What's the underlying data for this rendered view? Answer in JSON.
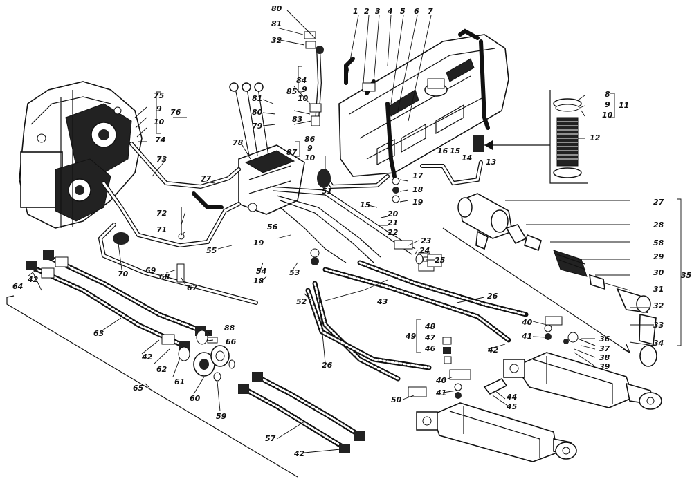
{
  "labels": {
    "l1": "1",
    "l2": "2",
    "l3": "3",
    "l4": "4",
    "l5": "5",
    "l6": "6",
    "l7": "7",
    "l8": "8",
    "l9": "9",
    "l10": "10",
    "l11": "11",
    "l12": "12",
    "l13": "13",
    "l14": "14",
    "l15": "15",
    "l16": "16",
    "l17": "17",
    "l18": "18",
    "l19": "19",
    "l20": "20",
    "l21": "21",
    "l22": "22",
    "l23": "23",
    "l24": "24",
    "l25": "25",
    "l26": "26",
    "l27": "27",
    "l28": "28",
    "l29": "29",
    "l30": "30",
    "l31": "31",
    "l32": "32",
    "l33": "33",
    "l34": "34",
    "l35": "35",
    "l36": "36",
    "l37": "37",
    "l38": "38",
    "l39": "39",
    "l40": "40",
    "l41": "41",
    "l42": "42",
    "l43": "43",
    "l44": "44",
    "l45": "45",
    "l46": "46",
    "l47": "47",
    "l48": "48",
    "l49": "49",
    "l50": "50",
    "l51": "51",
    "l52": "52",
    "l53": "53",
    "l54": "54",
    "l55": "55",
    "l56": "56",
    "l57": "57",
    "l58": "58",
    "l59": "59",
    "l60": "60",
    "l61": "61",
    "l62": "62",
    "l63": "63",
    "l64": "64",
    "l65": "65",
    "l66": "66",
    "l67": "67",
    "l68": "68",
    "l69": "69",
    "l70": "70",
    "l71": "71",
    "l72": "72",
    "l73": "73",
    "l74": "74",
    "l75": "75",
    "l76": "76",
    "l77": "77",
    "l78": "78",
    "l79": "79",
    "l80": "80",
    "l81": "81",
    "l83": "83",
    "l84": "84",
    "l85": "85",
    "l86": "86",
    "l87": "87",
    "l88": "88"
  }
}
